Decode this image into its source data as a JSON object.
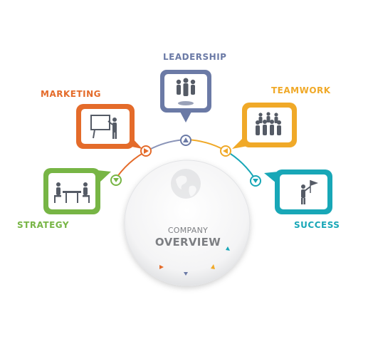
{
  "diagram": {
    "nodes": [
      {
        "id": "leadership",
        "label": "LEADERSHIP",
        "color": "#6b7aa6",
        "icon": "leadership-group-icon"
      },
      {
        "id": "marketing",
        "label": "MARKETING",
        "color": "#e46b2a",
        "icon": "presentation-board-icon"
      },
      {
        "id": "teamwork",
        "label": "TEAMWORK",
        "color": "#f0a928",
        "icon": "team-group-icon"
      },
      {
        "id": "strategy",
        "label": "STRATEGY",
        "color": "#77b545",
        "icon": "meeting-table-icon"
      },
      {
        "id": "success",
        "label": "SUCCESS",
        "color": "#18a7b7",
        "icon": "person-flag-icon"
      }
    ],
    "center": {
      "line1": "COMPANY",
      "line2": "OVERVIEW",
      "icon": "globe-icon"
    }
  }
}
